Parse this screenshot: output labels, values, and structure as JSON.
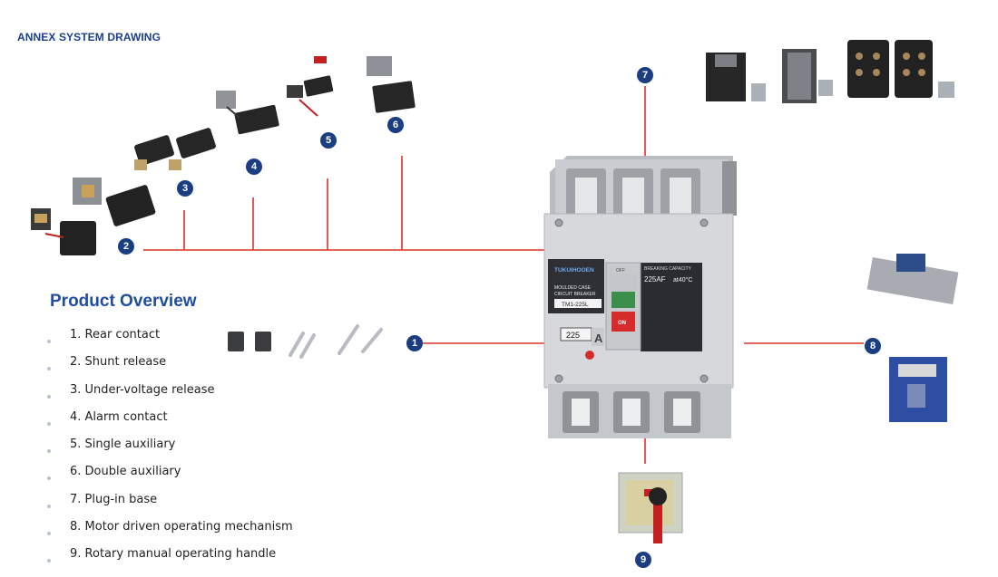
{
  "header": {
    "title": "ANNEX SYSTEM DRAWING"
  },
  "overview": {
    "title": "Product Overview",
    "items": [
      "1. Rear contact",
      "2. Shunt release",
      "3. Under-voltage release",
      "4. Alarm contact",
      "5. Single auxiliary",
      "6. Double auxiliary",
      "7. Plug-in base",
      "8. Motor driven operating mechanism",
      "9. Rotary manual operating handle"
    ]
  },
  "callouts": [
    "1",
    "2",
    "3",
    "4",
    "5",
    "6",
    "7",
    "8",
    "9"
  ],
  "breaker": {
    "brand": "TUKUIHOOEN",
    "title_line1": "MOULDED CASE",
    "title_line2": "CIRCUIT BREAKER",
    "model": "TM1-225L",
    "rating": "225",
    "rating_unit": "A",
    "capacity_header": "BREAKING CAPACITY",
    "frame": "225AF",
    "temp": "at40°C",
    "off_label": "OFF",
    "on_label": "ON"
  },
  "colors": {
    "line": "#d9322b",
    "badge": "#1b3d82",
    "title": "#1f4ea0",
    "heading": "#1b3f8f"
  }
}
